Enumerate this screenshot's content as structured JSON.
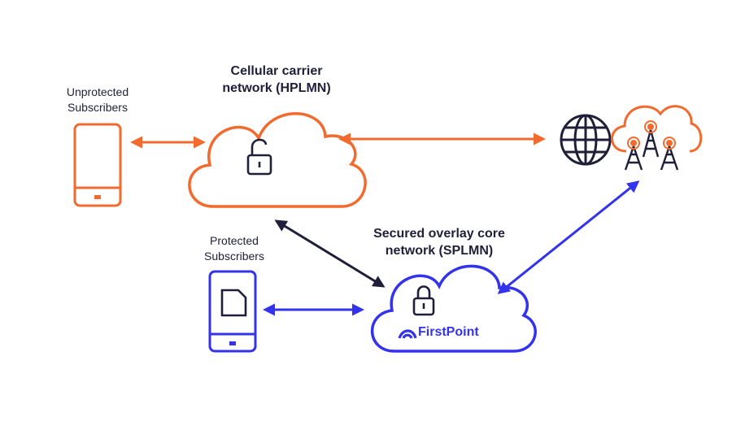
{
  "labels": {
    "unprotected_line1": "Unprotected",
    "unprotected_line2": "Subscribers",
    "protected_line1": "Protected",
    "protected_line2": "Subscribers",
    "hplmn_line1": "Cellular carrier",
    "hplmn_line2": "network (HPLMN)",
    "splmn_line1": "Secured overlay core",
    "splmn_line2": "network (SPLMN)"
  },
  "brand": {
    "name": "FirstPoint"
  },
  "colors": {
    "orange": "#f26a2e",
    "blue": "#3333ee",
    "navy": "#1f1f3a"
  },
  "icons": {
    "unprotected_device": "phone-icon",
    "protected_device": "phone-with-sim-icon",
    "hplmn_lock": "unlocked-padlock-icon",
    "splmn_lock": "locked-padlock-icon",
    "internet": "globe-icon",
    "towers": "cell-tower-icon"
  }
}
